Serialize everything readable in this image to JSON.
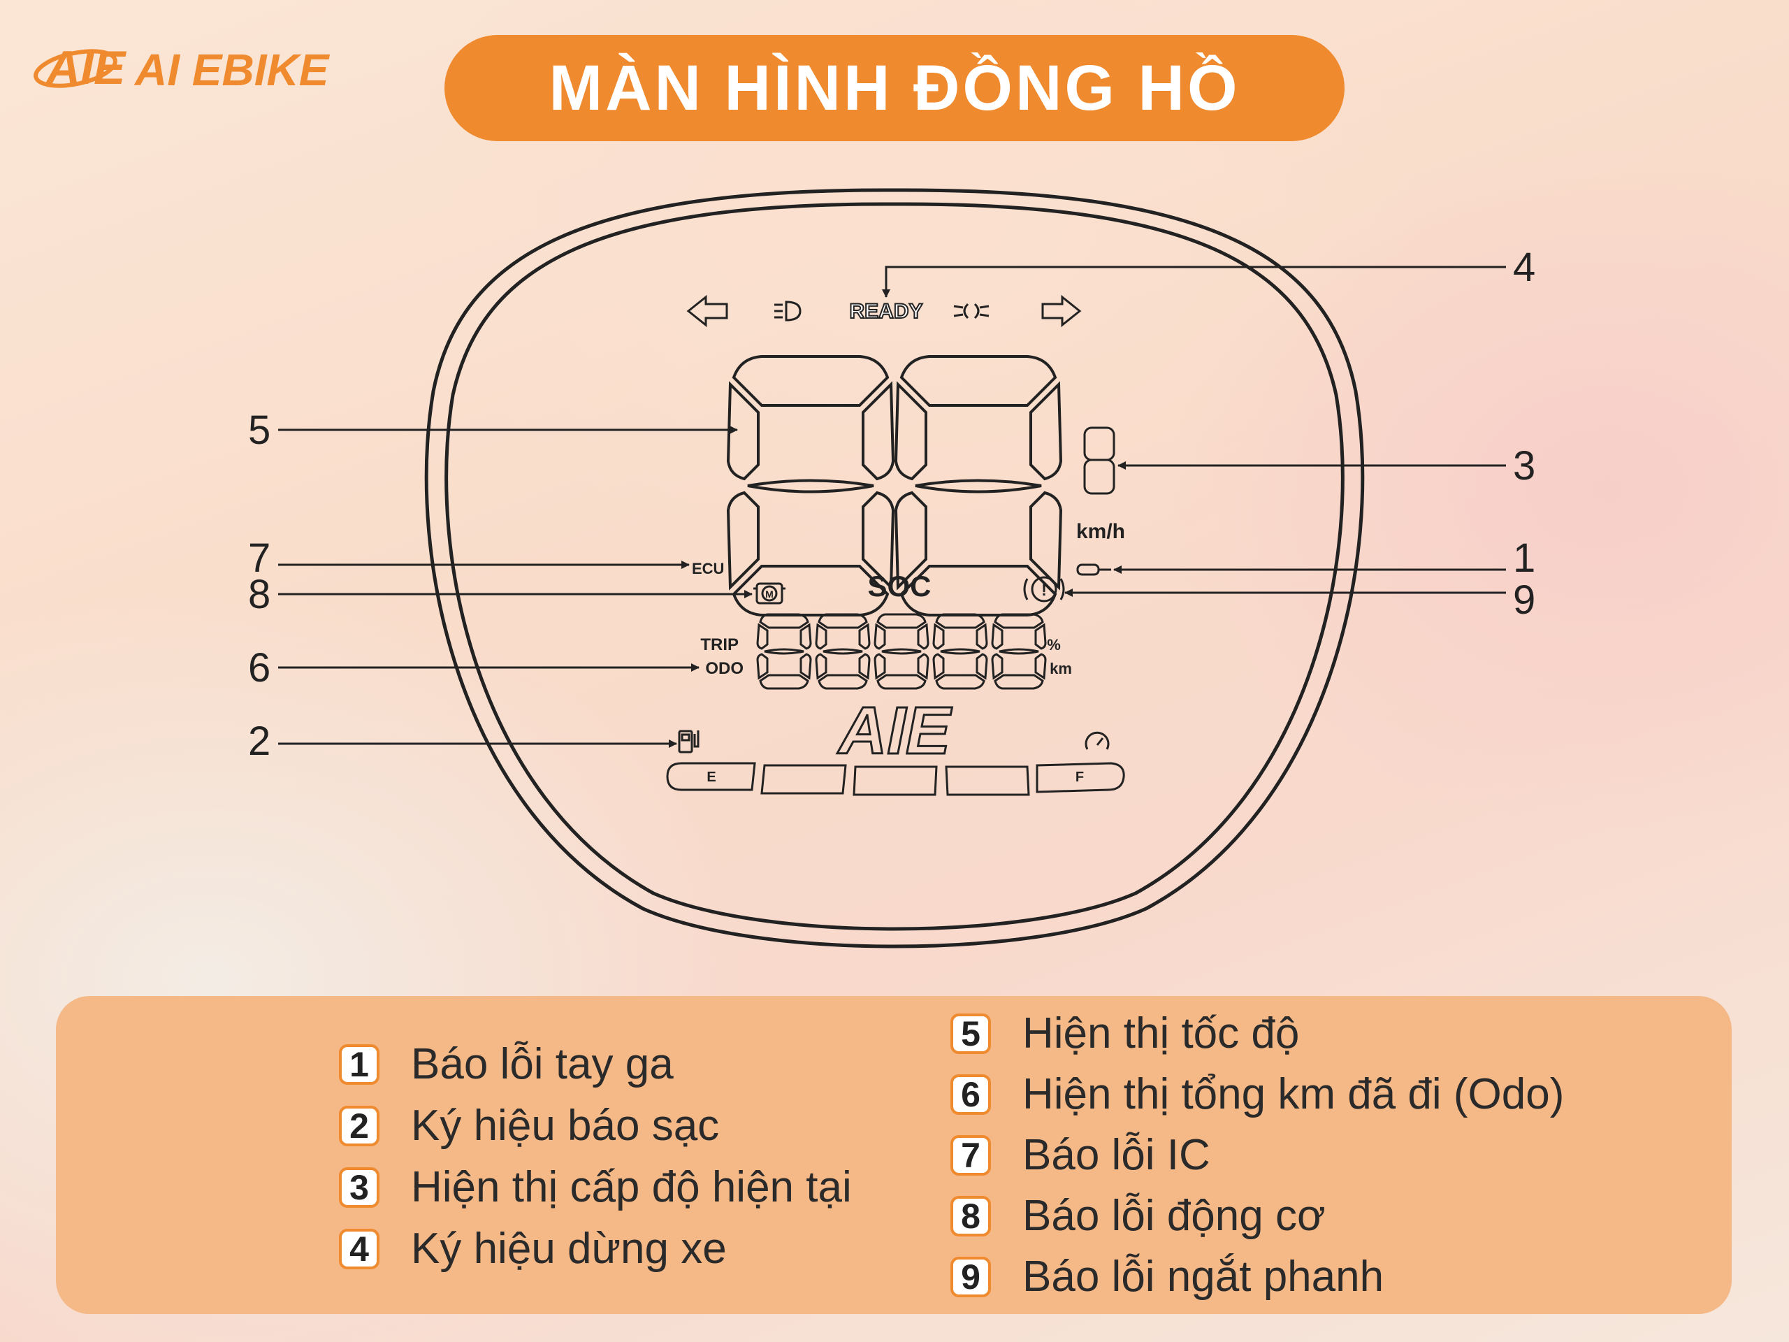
{
  "brand": {
    "logo_mark": "AIE",
    "logo_text": "AI EBIKE",
    "accent": "#ef8a2e"
  },
  "title": "MÀN HÌNH ĐỒNG HỒ",
  "dashboard": {
    "indicators": {
      "ready": "READY",
      "soc": "SOC",
      "speed_unit": "km/h",
      "ecu": "ECU",
      "trip": "TRIP",
      "odo": "ODO",
      "percent": "%",
      "km": "km",
      "empty": "E",
      "full": "F",
      "center_logo": "AIE"
    },
    "callouts": [
      "1",
      "2",
      "3",
      "4",
      "5",
      "6",
      "7",
      "8",
      "9"
    ]
  },
  "legend": [
    {
      "num": "1",
      "label": "Báo lỗi tay ga"
    },
    {
      "num": "2",
      "label": "Ký hiệu báo sạc"
    },
    {
      "num": "3",
      "label": "Hiện thị cấp độ hiện tại"
    },
    {
      "num": "4",
      "label": "Ký hiệu dừng xe"
    },
    {
      "num": "5",
      "label": "Hiện thị tốc độ"
    },
    {
      "num": "6",
      "label": "Hiện thị tổng km đã đi (Odo)"
    },
    {
      "num": "7",
      "label": "Báo lỗi IC"
    },
    {
      "num": "8",
      "label": "Báo lỗi động cơ"
    },
    {
      "num": "9",
      "label": "Báo lỗi ngắt phanh"
    }
  ]
}
